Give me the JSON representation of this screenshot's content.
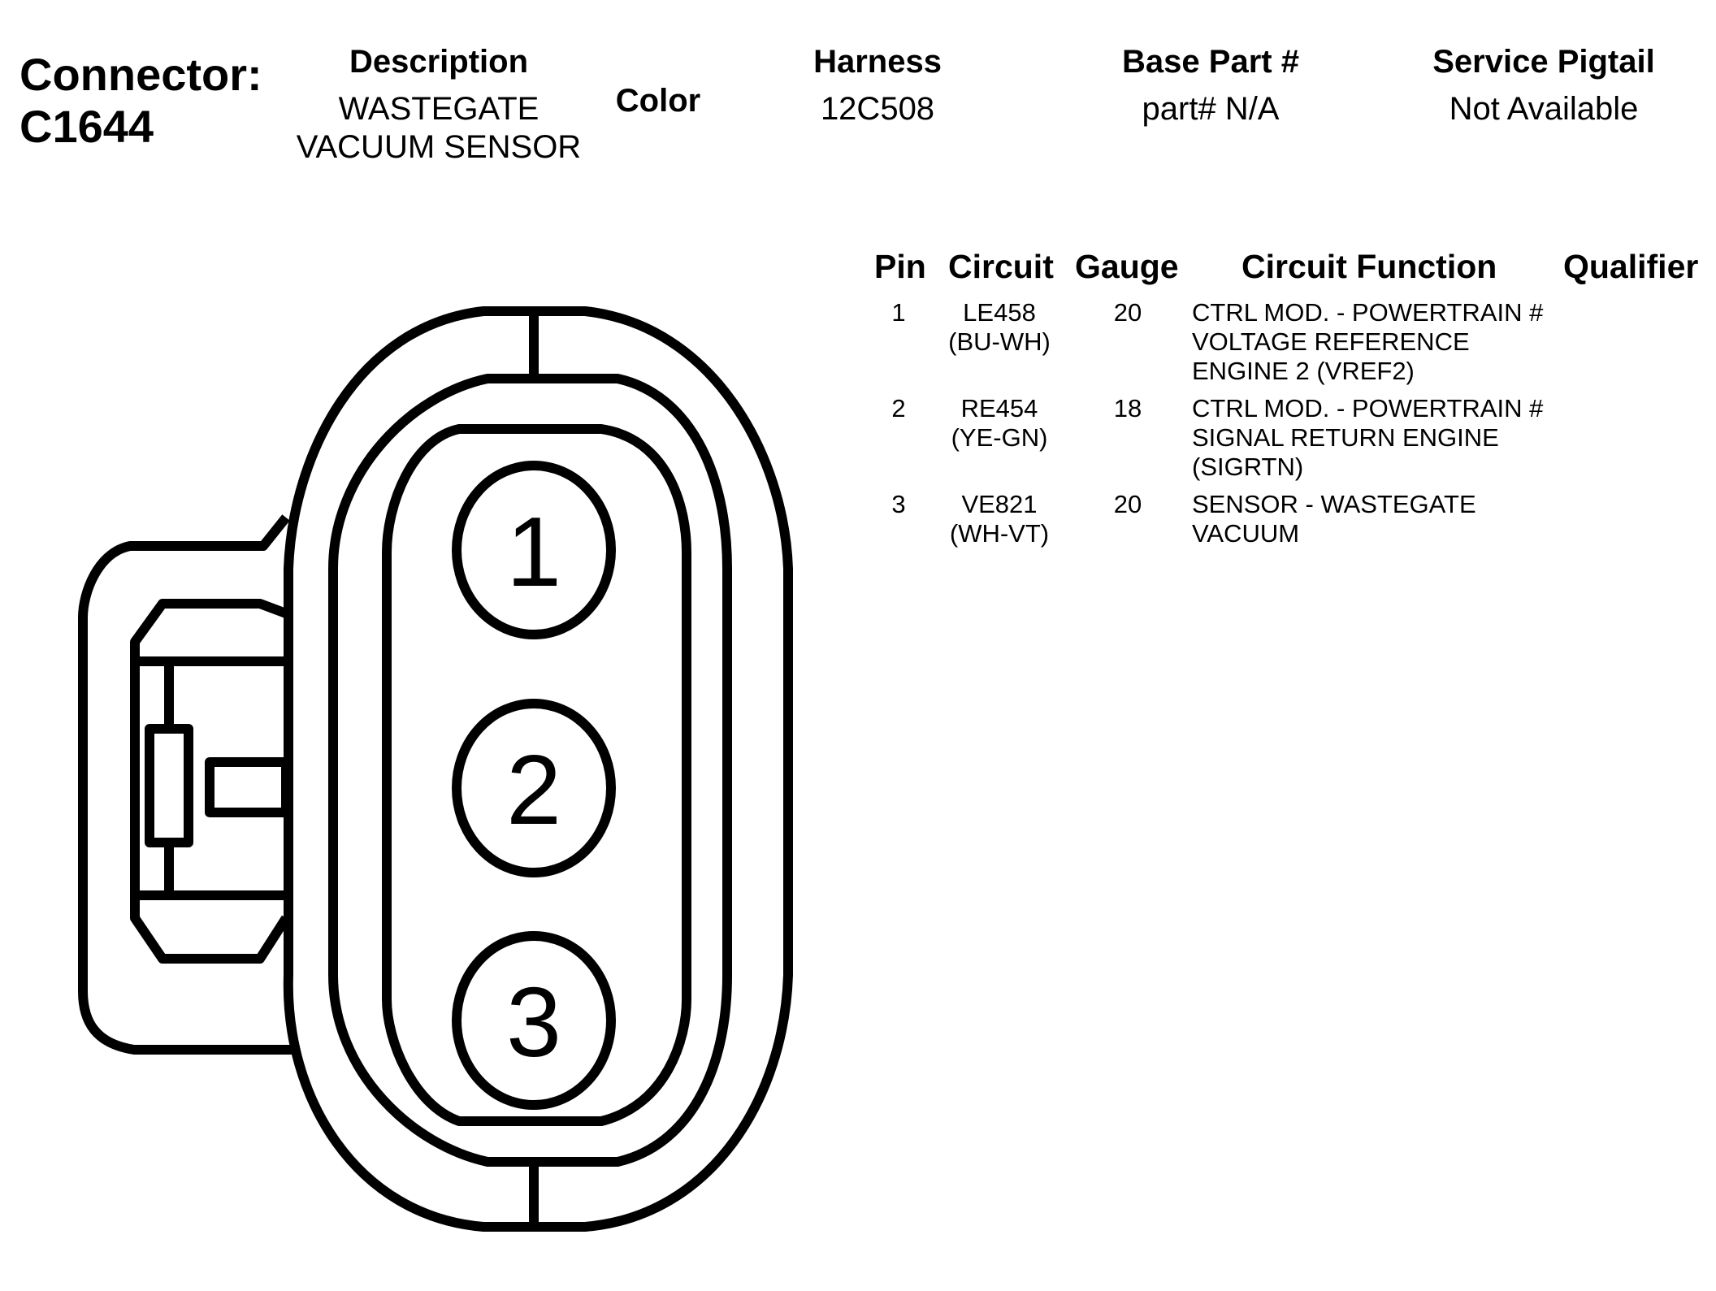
{
  "connector": {
    "label": "Connector:",
    "id": "C1644"
  },
  "header": {
    "description_label": "Description",
    "description_lines": [
      "WASTEGATE",
      "VACUUM SENSOR"
    ],
    "color_label": "Color",
    "harness_label": "Harness",
    "harness_value": "12C508",
    "base_part_label": "Base Part #",
    "base_part_value": "part# N/A",
    "pigtail_label": "Service Pigtail",
    "pigtail_value": "Not Available"
  },
  "pin_table": {
    "columns": [
      "Pin",
      "Circuit",
      "Gauge",
      "Circuit Function",
      "Qualifier"
    ],
    "rows": [
      {
        "pin": "1",
        "circuit": "LE458",
        "circuit_color": "(BU-WH)",
        "gauge": "20",
        "function_lines": [
          "CTRL MOD. - POWERTRAIN #",
          "VOLTAGE REFERENCE",
          "ENGINE 2 (VREF2)"
        ],
        "qualifier": ""
      },
      {
        "pin": "2",
        "circuit": "RE454",
        "circuit_color": "(YE-GN)",
        "gauge": "18",
        "function_lines": [
          "CTRL MOD. - POWERTRAIN #",
          "SIGNAL RETURN ENGINE",
          "(SIGRTN)"
        ],
        "qualifier": ""
      },
      {
        "pin": "3",
        "circuit": "VE821",
        "circuit_color": "(WH-VT)",
        "gauge": "20",
        "function_lines": [
          "SENSOR - WASTEGATE",
          "VACUUM"
        ],
        "qualifier": ""
      }
    ]
  },
  "diagram": {
    "pin_labels": [
      "1",
      "2",
      "3"
    ],
    "stroke_color": "#000000"
  }
}
